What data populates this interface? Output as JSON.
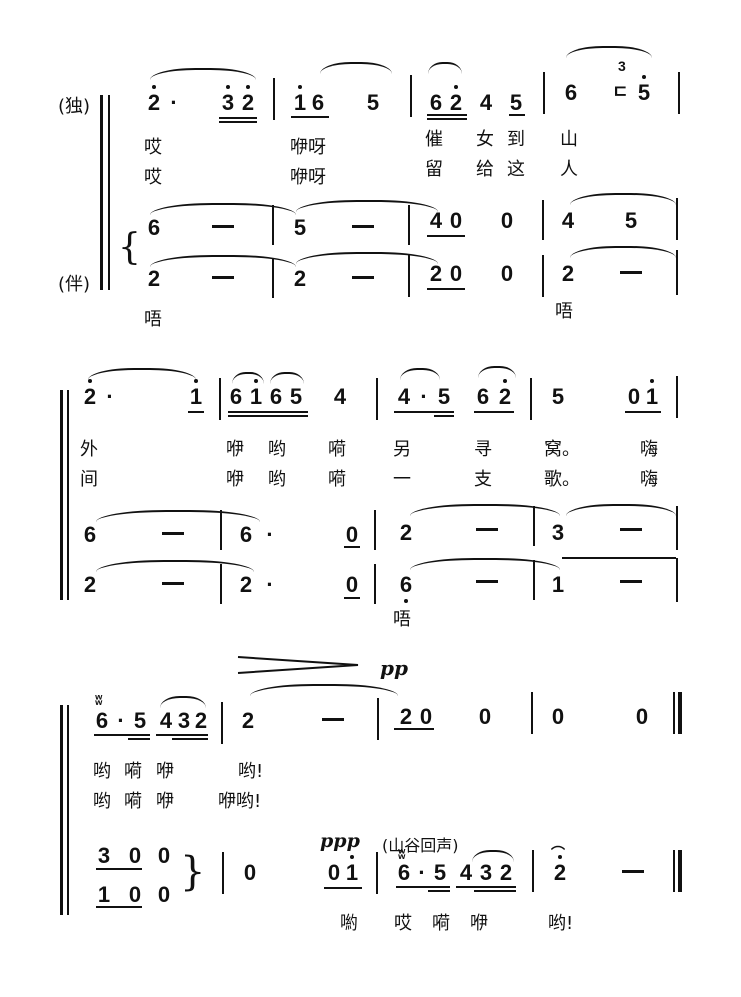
{
  "labels": {
    "solo": "(独)",
    "accomp": "(伴)",
    "echo": "(山谷回声)",
    "dyn_pp": "pp",
    "dyn_ppp": "ppp"
  },
  "system1": {
    "solo_notes": [
      "2",
      "·",
      "3",
      "2",
      "1",
      "6",
      "5",
      "6",
      "2",
      "4",
      "5",
      "6",
      "3",
      "5"
    ],
    "lyrics1": [
      "哎",
      "咿呀",
      "催",
      "女",
      "到",
      "山"
    ],
    "lyrics2": [
      "哎",
      "咿呀",
      "留",
      "给",
      "这",
      "人"
    ],
    "acc_upper": [
      "6",
      "—",
      "5",
      "—",
      "4",
      "0",
      "0",
      "4",
      "5"
    ],
    "acc_lower": [
      "2",
      "—",
      "2",
      "—",
      "2",
      "0",
      "0",
      "2",
      "—"
    ],
    "acc_lyrics": [
      "唔",
      "唔"
    ]
  },
  "system2": {
    "solo_notes": [
      "2",
      "·",
      "1",
      "6",
      "1",
      "6",
      "5",
      "4",
      "4",
      "·",
      "5",
      "6",
      "2",
      "5",
      "0",
      "1"
    ],
    "lyrics1": [
      "外",
      "咿",
      "哟",
      "嗬",
      "另",
      "寻",
      "窝。",
      "嗨"
    ],
    "lyrics2": [
      "间",
      "咿",
      "哟",
      "嗬",
      "一",
      "支",
      "歌。",
      "嗨"
    ],
    "acc_upper": [
      "6",
      "—",
      "6",
      "·",
      "0",
      "2",
      "—",
      "3",
      "—"
    ],
    "acc_lower": [
      "2",
      "—",
      "2",
      "·",
      "0",
      "6",
      "—",
      "1",
      "—"
    ],
    "acc_lyrics": [
      "唔"
    ]
  },
  "system3": {
    "solo_notes": [
      "6",
      "·",
      "5",
      "4",
      "3",
      "2",
      "2",
      "—",
      "2",
      "0",
      "0",
      "0",
      "0"
    ],
    "lyrics1": [
      "哟",
      "嗬",
      "咿",
      "哟!"
    ],
    "lyrics2": [
      "哟",
      "嗬",
      "咿",
      "咿哟!"
    ],
    "acc_upper": [
      "3",
      "0",
      "0"
    ],
    "acc_lower": [
      "1",
      "0",
      "0"
    ],
    "echo_notes": [
      "0",
      "0",
      "1",
      "6",
      "·",
      "5",
      "4",
      "3",
      "2",
      "2",
      "—"
    ],
    "echo_lyrics": [
      "喲",
      "哎",
      "嗬",
      "咿",
      "哟!"
    ]
  }
}
